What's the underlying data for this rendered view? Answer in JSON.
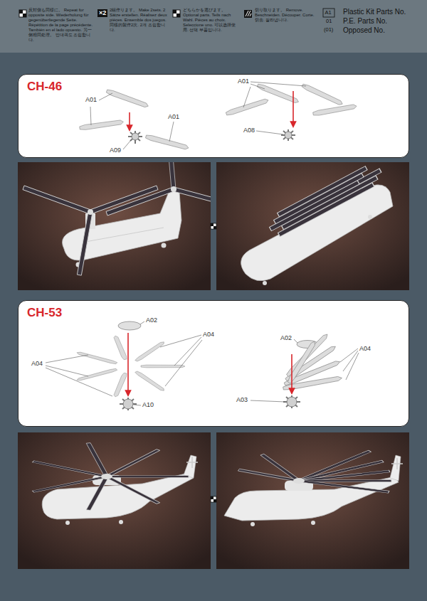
{
  "diagram": {
    "nodes": [
      {
        "text": [
          "CH-46"
        ]
      },
      {
        "text": [
          "CH-53"
        ]
      }
    ],
    "labels": [
      "×2",
      "A1",
      "01",
      "(01)",
      "Plastic Kit Parts No.",
      "P.E. Parts No.",
      "Opposed No.",
      "A01",
      "A01",
      "A09",
      "A01",
      "A08",
      "A02",
      "A04",
      "A04",
      "A10",
      "A02",
      "A04",
      "A03"
    ],
    "legend": [
      {
        "text": "反対側も同様に。 Repeat for opposite side. Wiederholung für gegenüberliegende Seite. Répétition de la page précédente. También en el lado opuesto. 另一侧相同处理。 반대쪽도 조립합니다."
      },
      {
        "text": "2組作ります。 Make 2sets. 2 Sätze erstellen. Réalisez deux pièces. Ensemble dos juegos. 同樣的製作2次. 2개 조립합니다."
      },
      {
        "text": "どちらかを選びます。 Optional parts. Teils nach Wahl. Pièces au choix. Seleccione uno. 可以选择使用. 선택 부품입니다."
      },
      {
        "text": "切り取ります。 Remove. Beschneiden. Découper. Corte. 切去. 잘라냅니다."
      }
    ]
  }
}
